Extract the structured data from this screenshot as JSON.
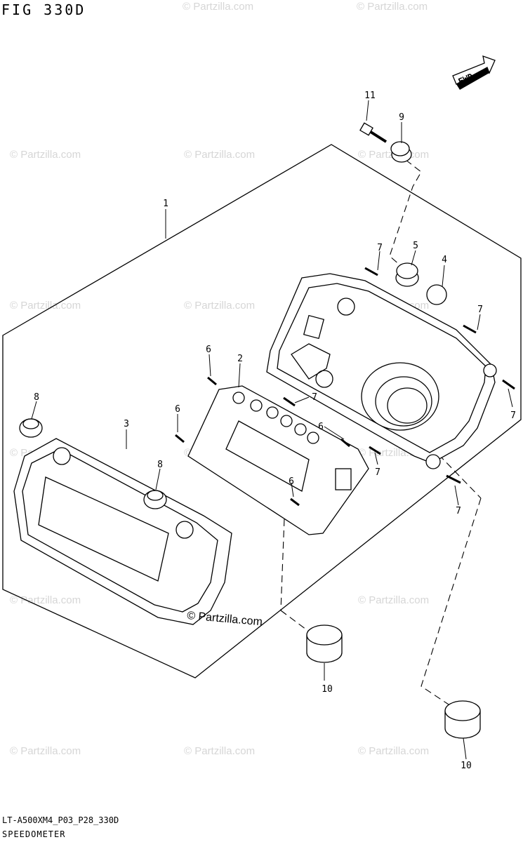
{
  "figure": {
    "title": "FIG 330D",
    "model_code": "LT-A500XM4_P03_P28_330D",
    "section_name": "SPEEDOMETER",
    "forward_arrow_label": "FWD",
    "brand_mark": "© Partzilla.com",
    "watermark_text": "© Partzilla.com"
  },
  "callouts": [
    {
      "id": "callout-1",
      "number": "1"
    },
    {
      "id": "callout-2",
      "number": "2"
    },
    {
      "id": "callout-3",
      "number": "3"
    },
    {
      "id": "callout-4",
      "number": "4"
    },
    {
      "id": "callout-5",
      "number": "5"
    },
    {
      "id": "callout-6a",
      "number": "6"
    },
    {
      "id": "callout-6b",
      "number": "6"
    },
    {
      "id": "callout-6c",
      "number": "6"
    },
    {
      "id": "callout-6d",
      "number": "6"
    },
    {
      "id": "callout-7a",
      "number": "7"
    },
    {
      "id": "callout-7b",
      "number": "7"
    },
    {
      "id": "callout-7c",
      "number": "7"
    },
    {
      "id": "callout-7d",
      "number": "7"
    },
    {
      "id": "callout-7e",
      "number": "7"
    },
    {
      "id": "callout-7f",
      "number": "7"
    },
    {
      "id": "callout-8a",
      "number": "8"
    },
    {
      "id": "callout-8b",
      "number": "8"
    },
    {
      "id": "callout-9",
      "number": "9"
    },
    {
      "id": "callout-10a",
      "number": "10"
    },
    {
      "id": "callout-10b",
      "number": "10"
    },
    {
      "id": "callout-11",
      "number": "11"
    }
  ]
}
